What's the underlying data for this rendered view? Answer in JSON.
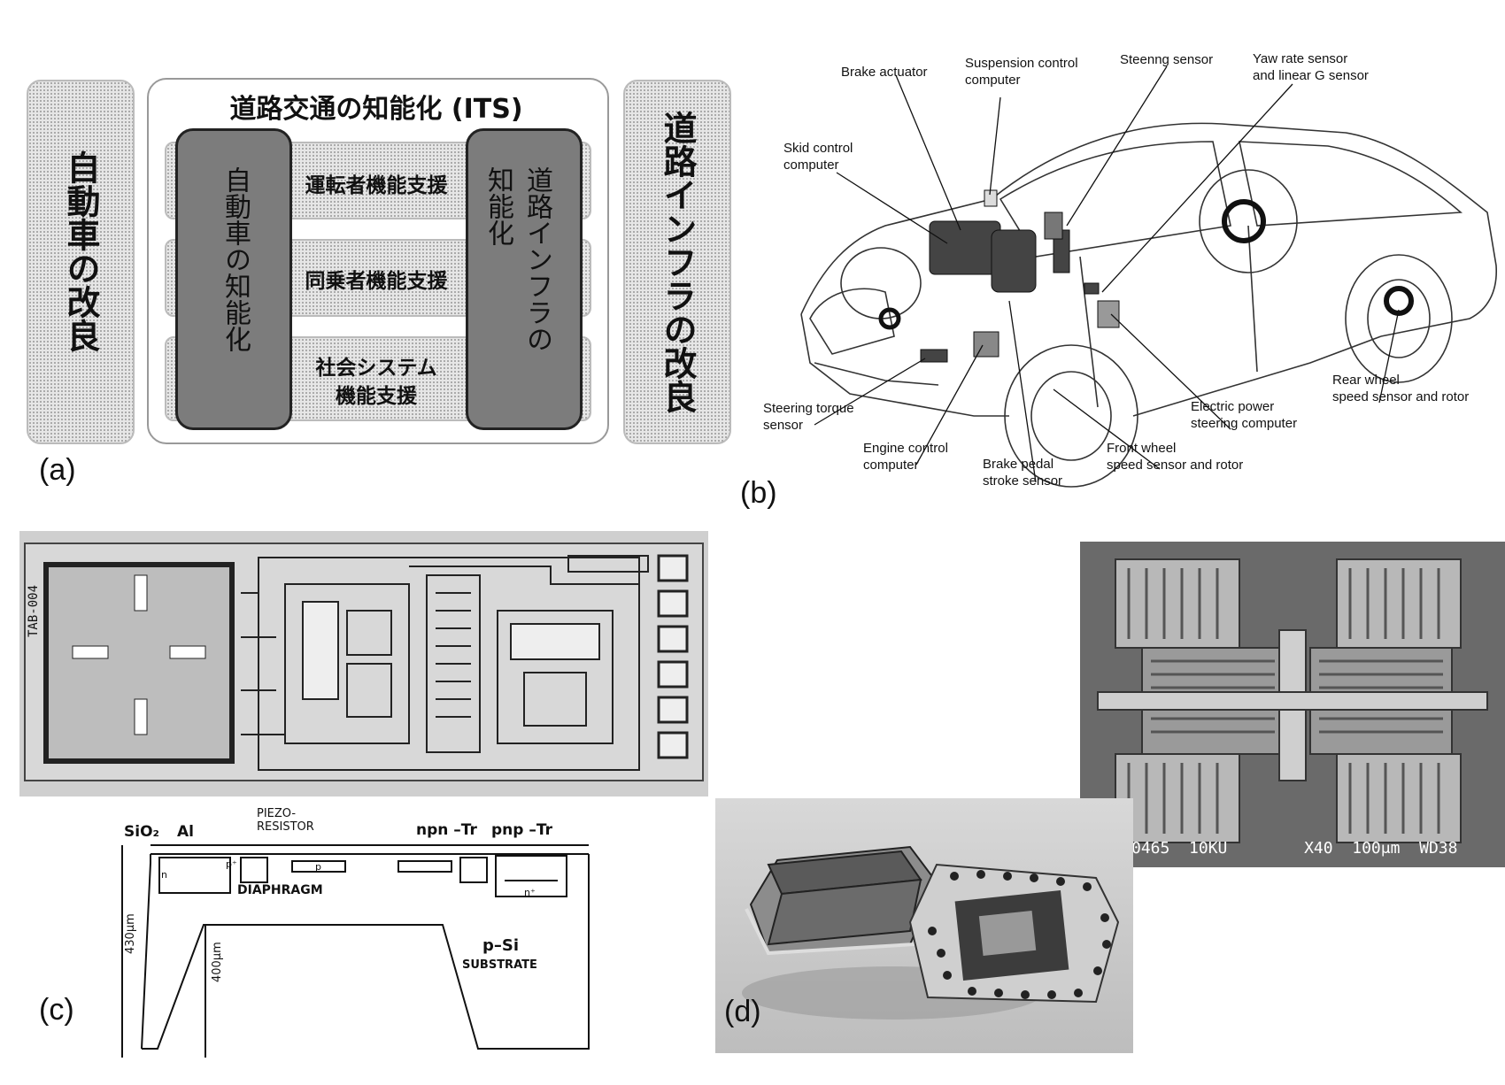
{
  "panel_a": {
    "label": "(a)",
    "left_column": "自動車の改良",
    "right_column": "道路インフラの改良",
    "title": "道路交通の知能化 (ITS)",
    "left_pillar": "自動車の知能化",
    "right_pillar": "道路インフラの知能化",
    "bands": [
      "運転者機能支援",
      "同乗者機能支援",
      "社会システム",
      "機能支援"
    ]
  },
  "panel_b": {
    "label": "(b)",
    "annotations": {
      "brake_actuator": "Brake actuator",
      "suspension": "Suspension control\ncomputer",
      "steering_sensor": "Steenng sensor",
      "yaw_rate": "Yaw rate sensor\nand linear G sensor",
      "skid_control": "Skid control\ncomputer",
      "steering_torque": "Steering torque\nsensor",
      "engine_control": "Engine control\ncomputer",
      "brake_pedal": "Brake pedal\nstroke sensor",
      "front_wheel": "Front wheel\nspeed sensor and rotor",
      "eps": "Electric power\nsteering computer",
      "rear_wheel": "Rear wheel\nspeed sensor and rotor"
    }
  },
  "panel_c": {
    "label": "(c)",
    "chip_marking": "TAB-004",
    "labels": {
      "sio2": "SiO₂",
      "al": "Al",
      "piezo": "PIEZO-\nRESISTOR",
      "npn": "npn –Tr",
      "pnp": "pnp –Tr",
      "diaphragm": "DIAPHRAGM",
      "psi": "p–Si",
      "substrate": "SUBSTRATE",
      "dim_430": "430μm",
      "dim_400": "400μm",
      "n": "n",
      "p": "p",
      "pplus": "p⁺",
      "nplus": "n⁺"
    }
  },
  "panel_d": {
    "label": "(d)",
    "sem_caption": "0465  10KU        X40  100μm  WD38"
  }
}
